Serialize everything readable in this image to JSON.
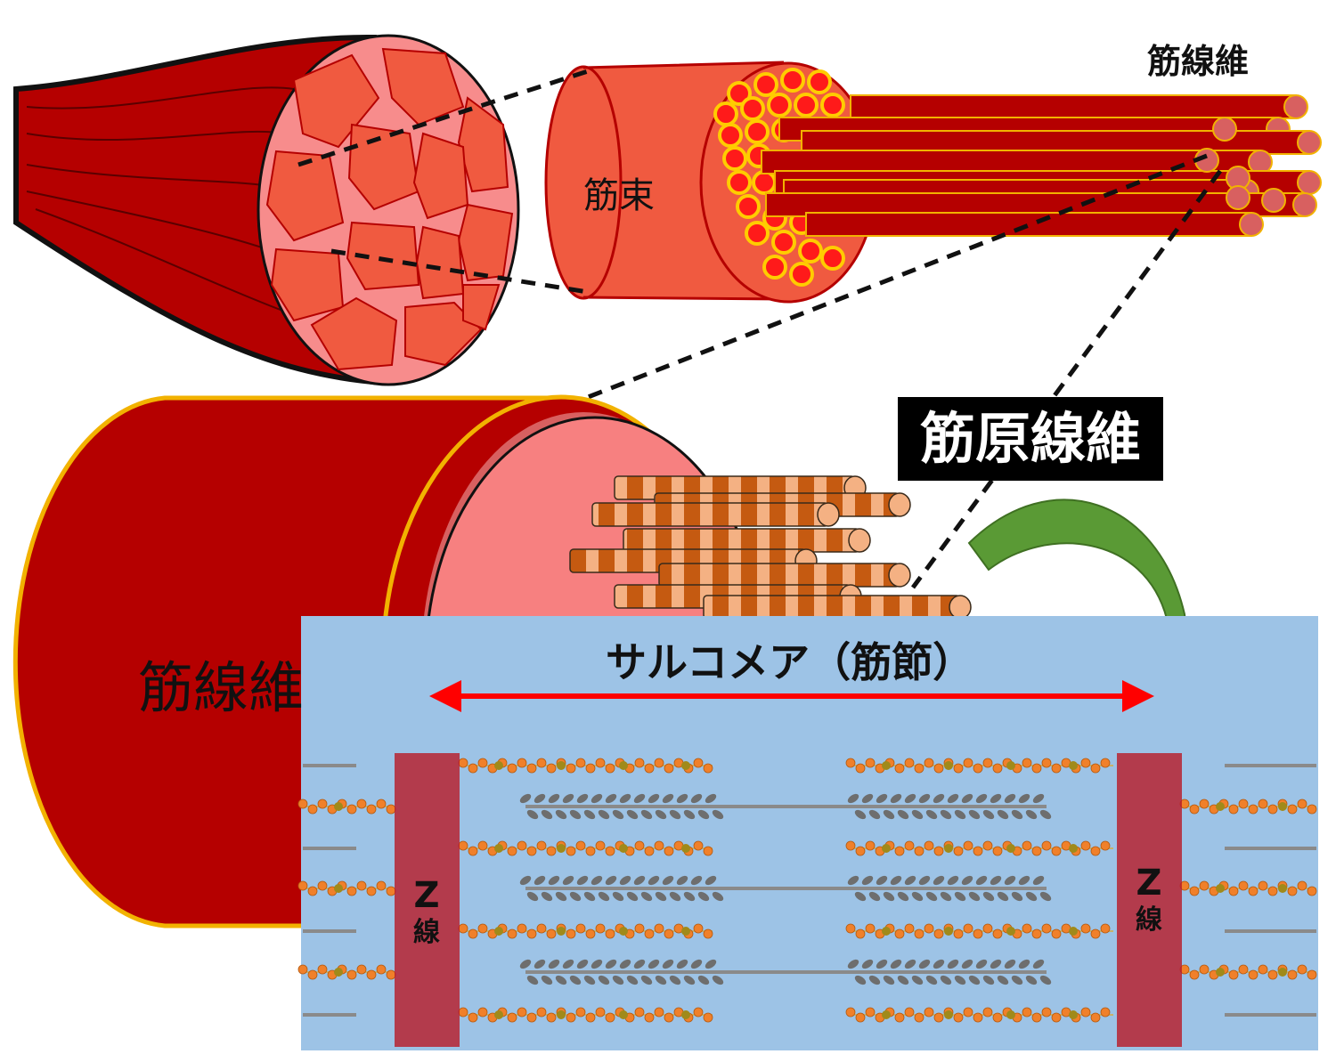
{
  "labels": {
    "muscle_fiber_top": "筋線維",
    "fascicle": "筋束",
    "myofibril": "筋原線維",
    "muscle_fiber_big": "筋線維",
    "sarcomere": "サルコメア（筋節）",
    "z_line_left": {
      "z": "Z",
      "sen": "線"
    },
    "z_line_right": {
      "z": "Z",
      "sen": "線"
    }
  },
  "colors": {
    "muscle_dark_red": "#b50000",
    "cross_section_pink": "#f78c8c",
    "fascicle_orange": "#f05a40",
    "fiber_dot_red": "#ff1a1a",
    "fiber_dot_rim": "#ffcc00",
    "myofibril_band_dark": "#c55a11",
    "myofibril_band_light": "#f4b183",
    "sarcomere_bg": "#9dc3e6",
    "z_band": "#b81d2a",
    "arrow_red": "#ff0000",
    "curve_arrow_green": "#5a9a35",
    "actin_orange": "#f0802a",
    "myosin_gray": "#6e6e6e"
  }
}
